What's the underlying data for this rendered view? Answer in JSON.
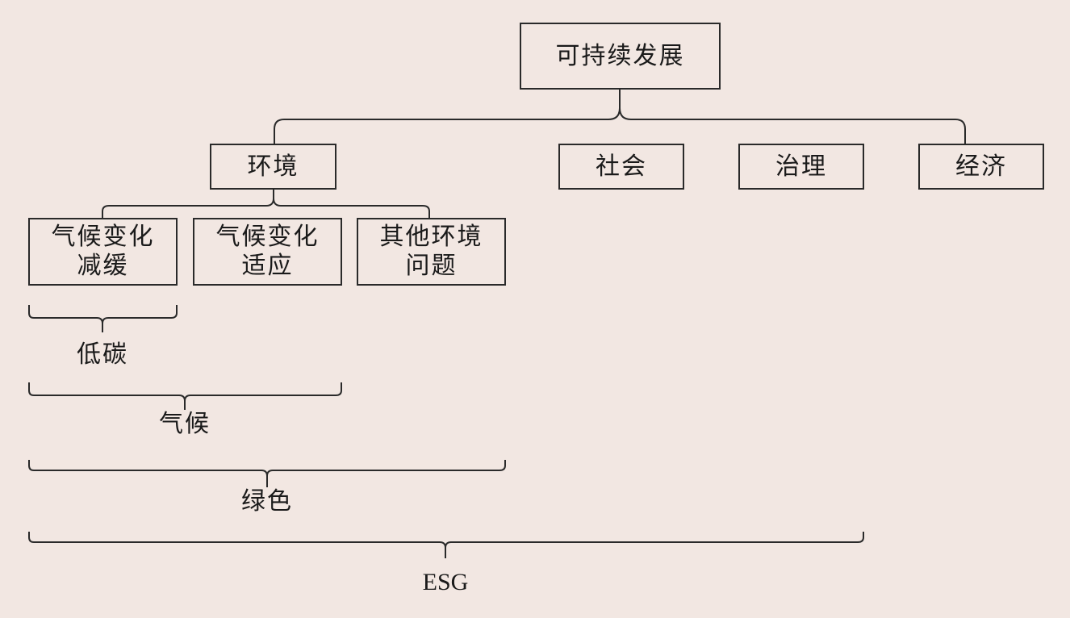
{
  "root": {
    "label": "可持续发展"
  },
  "pillars": [
    {
      "id": "env",
      "label": "环境"
    },
    {
      "id": "social",
      "label": "社会"
    },
    {
      "id": "gov",
      "label": "治理"
    },
    {
      "id": "econ",
      "label": "经济"
    }
  ],
  "env_children": [
    {
      "id": "mitigation",
      "label": "气候变化\n减缓"
    },
    {
      "id": "adaptation",
      "label": "气候变化\n适应"
    },
    {
      "id": "other",
      "label": "其他环境\n问题"
    }
  ],
  "brackets": [
    {
      "id": "low-carbon",
      "label": "低碳"
    },
    {
      "id": "climate",
      "label": "气候"
    },
    {
      "id": "green",
      "label": "绿色"
    },
    {
      "id": "esg",
      "label": "ESG"
    }
  ]
}
